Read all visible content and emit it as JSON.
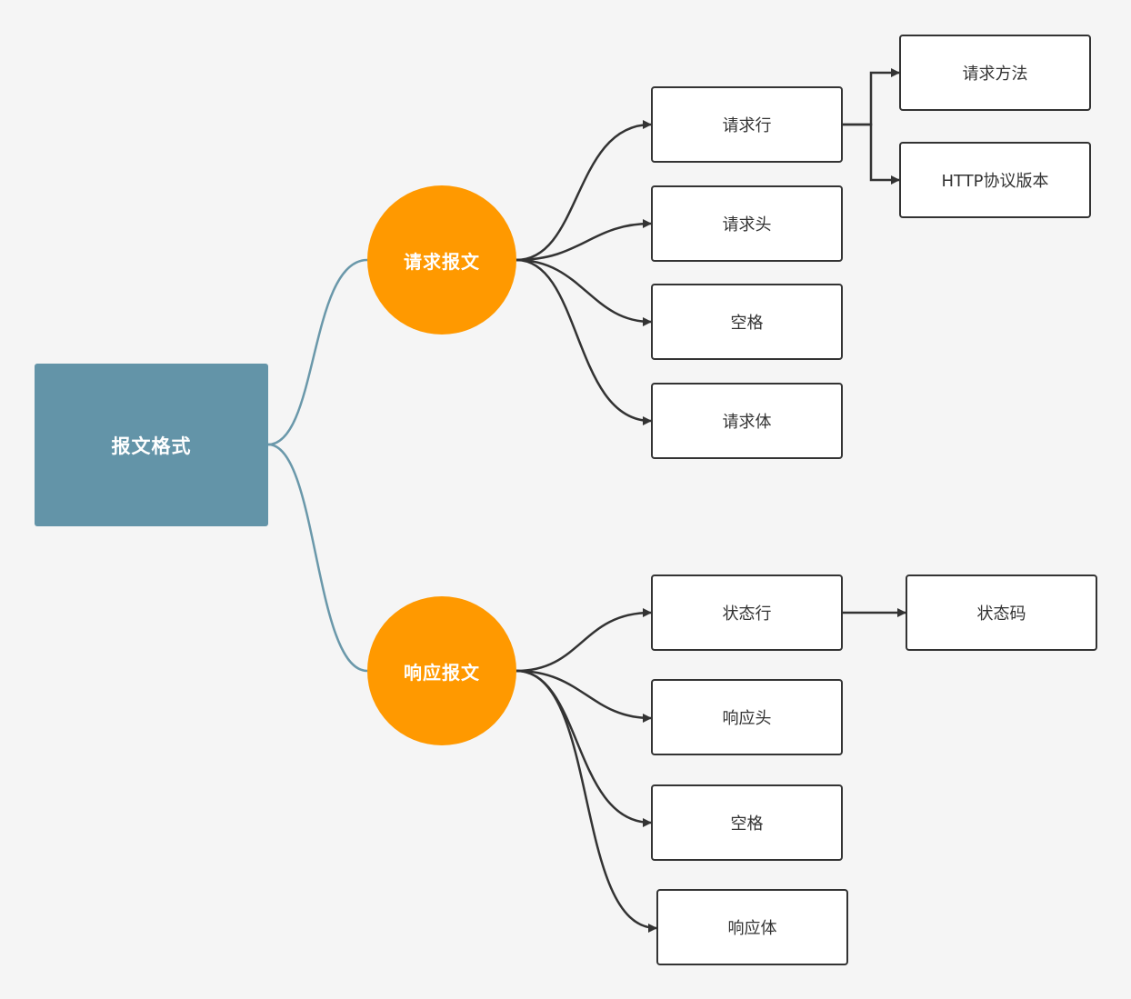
{
  "root": {
    "label": "报文格式"
  },
  "branches": {
    "request": {
      "label": "请求报文",
      "items": [
        "请求行",
        "请求头",
        "空格",
        "请求体"
      ],
      "request_line_children": [
        "请求方法",
        "HTTP协议版本"
      ]
    },
    "response": {
      "label": "响应报文",
      "items": [
        "状态行",
        "响应头",
        "空格",
        "响应体"
      ],
      "status_line_children": [
        "状态码"
      ]
    }
  },
  "colors": {
    "root_fill": "#6394a8",
    "branch_fill": "#ff9900",
    "root_connector": "#6a98aa",
    "connector": "#333333",
    "background": "#f5f5f5"
  }
}
